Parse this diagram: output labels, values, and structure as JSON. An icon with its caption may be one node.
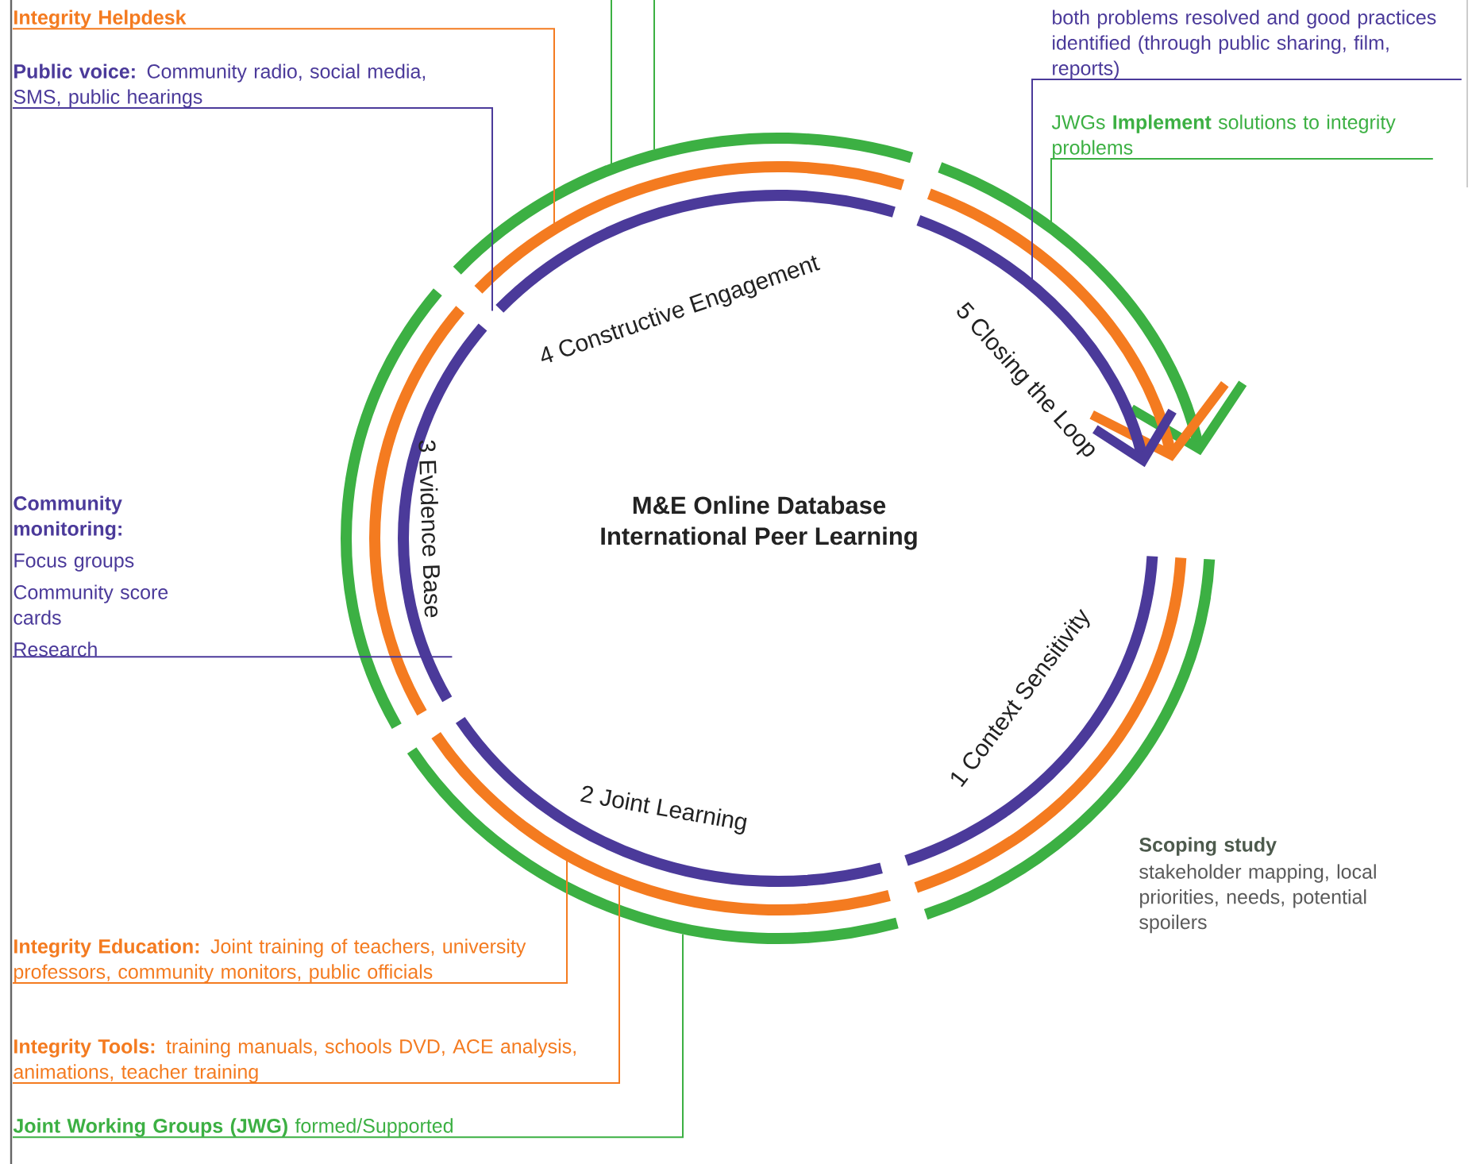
{
  "diagram": {
    "nodes": [
      {
        "text": [
          "Integrity Helpdesk"
        ]
      },
      {
        "text": [
          "**Public voice:** Community radio, social media, SMS, public hearings"
        ]
      },
      {
        "text": [
          "both problems resolved and good practices identified (through public sharing, film, reports)"
        ]
      },
      {
        "text": [
          "JWGs **Implement** solutions to integrity problems"
        ]
      },
      {
        "text": [
          "Community monitoring:",
          "Focus groups",
          "Community score cards",
          "Research"
        ]
      },
      {
        "text": [
          "**Integrity Education:** Joint training of teachers, university professors, community monitors, public officials"
        ]
      },
      {
        "text": [
          "**Integrity Tools:** training manuals, schools DVD, ACE analysis, animations, teacher training"
        ]
      },
      {
        "text": [
          "**Joint Working Groups (JWG)** formed/Supported"
        ]
      }
    ],
    "edges": [
      {
        "from": 0,
        "to": null,
        "arrow": "none",
        "color": "#f47b20"
      },
      {
        "from": 1,
        "to": null,
        "arrow": "none",
        "color": "#4b3a9a"
      },
      {
        "from": 2,
        "to": null,
        "arrow": "none",
        "color": "#4b3a9a"
      },
      {
        "from": 3,
        "to": null,
        "arrow": "none",
        "color": "#3cb043"
      },
      {
        "from": 4,
        "to": null,
        "arrow": "none",
        "color": "#4b3a9a"
      },
      {
        "from": 5,
        "to": null,
        "arrow": "none",
        "color": "#f47b20"
      },
      {
        "from": 6,
        "to": null,
        "arrow": "none",
        "color": "#f47b20"
      },
      {
        "from": 7,
        "to": null,
        "arrow": "none",
        "color": "#3cb043"
      }
    ],
    "labels": [
      "4 Constructive Engagement",
      "5 Closing the Loop",
      "3 Evidence Base",
      "M&E Online Database",
      "International Peer Learning",
      "1 Context Sensitivity",
      "2 Joint Learning",
      "Scoping study",
      "stakeholder mapping, local priorities, needs, potential spoilers"
    ]
  }
}
